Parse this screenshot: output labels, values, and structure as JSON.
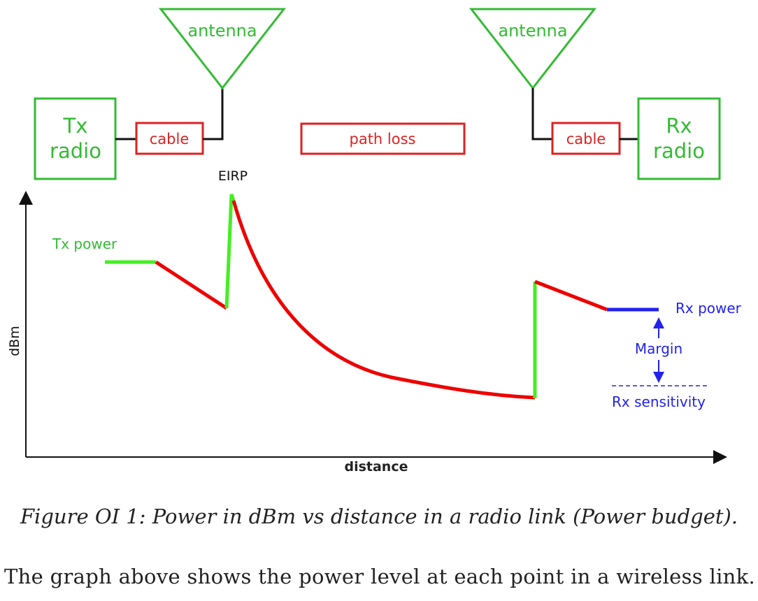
{
  "colors": {
    "component_green": "#33bb33",
    "cable_red": "#dd2222",
    "wire": "#111111",
    "signal_gain": "#44ee22",
    "signal_loss": "#ee0000",
    "rx_blue": "#2222ee"
  },
  "components": {
    "tx_antenna": "antenna",
    "rx_antenna": "antenna",
    "tx_radio": [
      "Tx",
      "radio"
    ],
    "rx_radio": [
      "Rx",
      "radio"
    ],
    "tx_cable": "cable",
    "rx_cable": "cable",
    "path_loss": "path loss"
  },
  "graph": {
    "y_axis_label": "dBm",
    "x_axis_label": "distance",
    "tx_power_label": "Tx power",
    "eirp_label": "EIRP",
    "rx_power_label": "Rx power",
    "margin_label": "Margin",
    "rx_sensitivity_label": "Rx sensitivity"
  },
  "caption": "Figure OI 1: Power in dBm vs distance in a radio link (Power budget).",
  "body_text": "The graph above shows the power level at each point in a wireless link."
}
